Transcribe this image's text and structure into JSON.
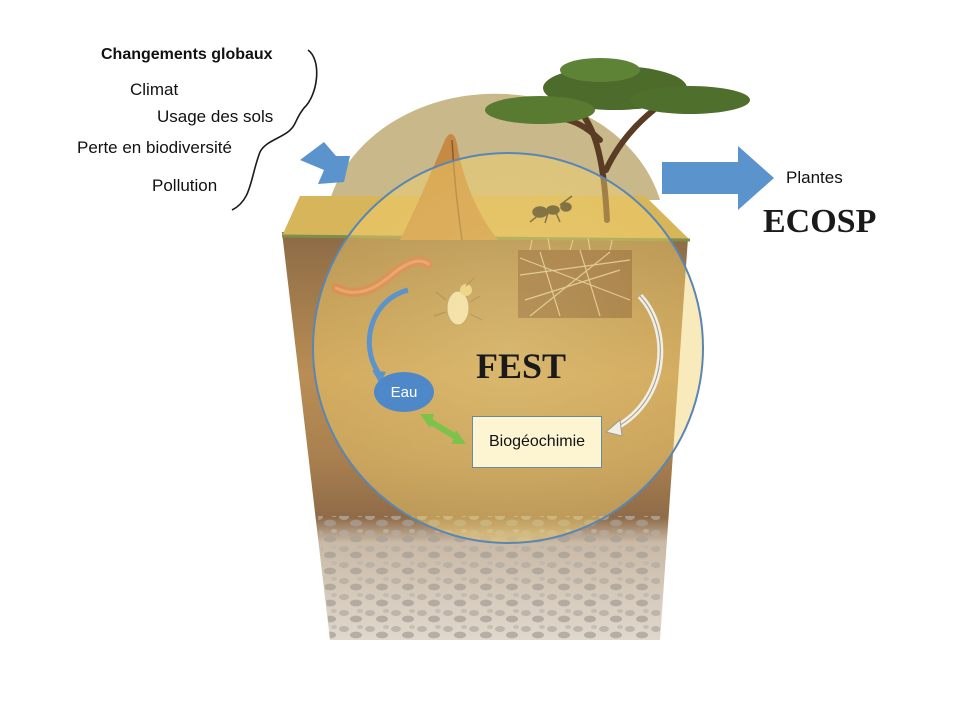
{
  "global_changes": {
    "title": "Changements globaux",
    "items": [
      "Climat",
      "Usage des sols",
      "Perte en biodiversité",
      "Pollution"
    ]
  },
  "outputs": {
    "plants": "Plantes",
    "ecosp": "ECOSP"
  },
  "center": {
    "fest": "FEST",
    "water": "Eau",
    "biogeochem": "Biogéochimie"
  },
  "colors": {
    "arrow_blue": "#5b93cd",
    "bubble_fill": "#f2d77a",
    "bubble_stroke": "#5a86b3",
    "eau_fill": "#4f88c8",
    "double_arrow": "#7cc24b",
    "sky_dome": "#c9b98a"
  },
  "icons": [
    "tree-icon",
    "termite-mound-icon",
    "ant-icon",
    "earthworm-icon",
    "termite-icon",
    "root-mass-icon"
  ]
}
